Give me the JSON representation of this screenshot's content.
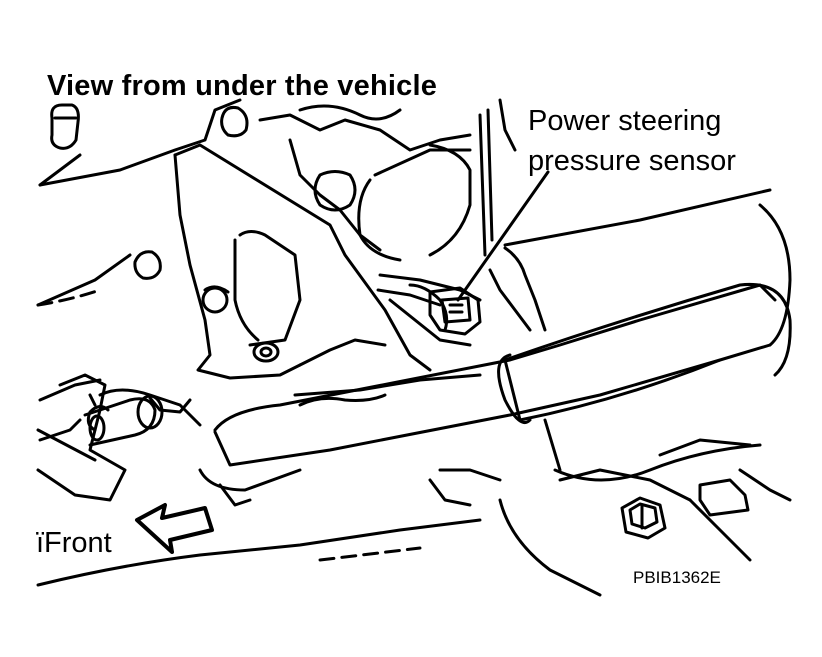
{
  "title": "View from under the vehicle",
  "callout": {
    "line1": "Power steering",
    "line2": "pressure sensor"
  },
  "direction_label": "ïFront",
  "figure_code": "PBIB1362E",
  "colors": {
    "line": "#000000",
    "background": "#ffffff"
  }
}
